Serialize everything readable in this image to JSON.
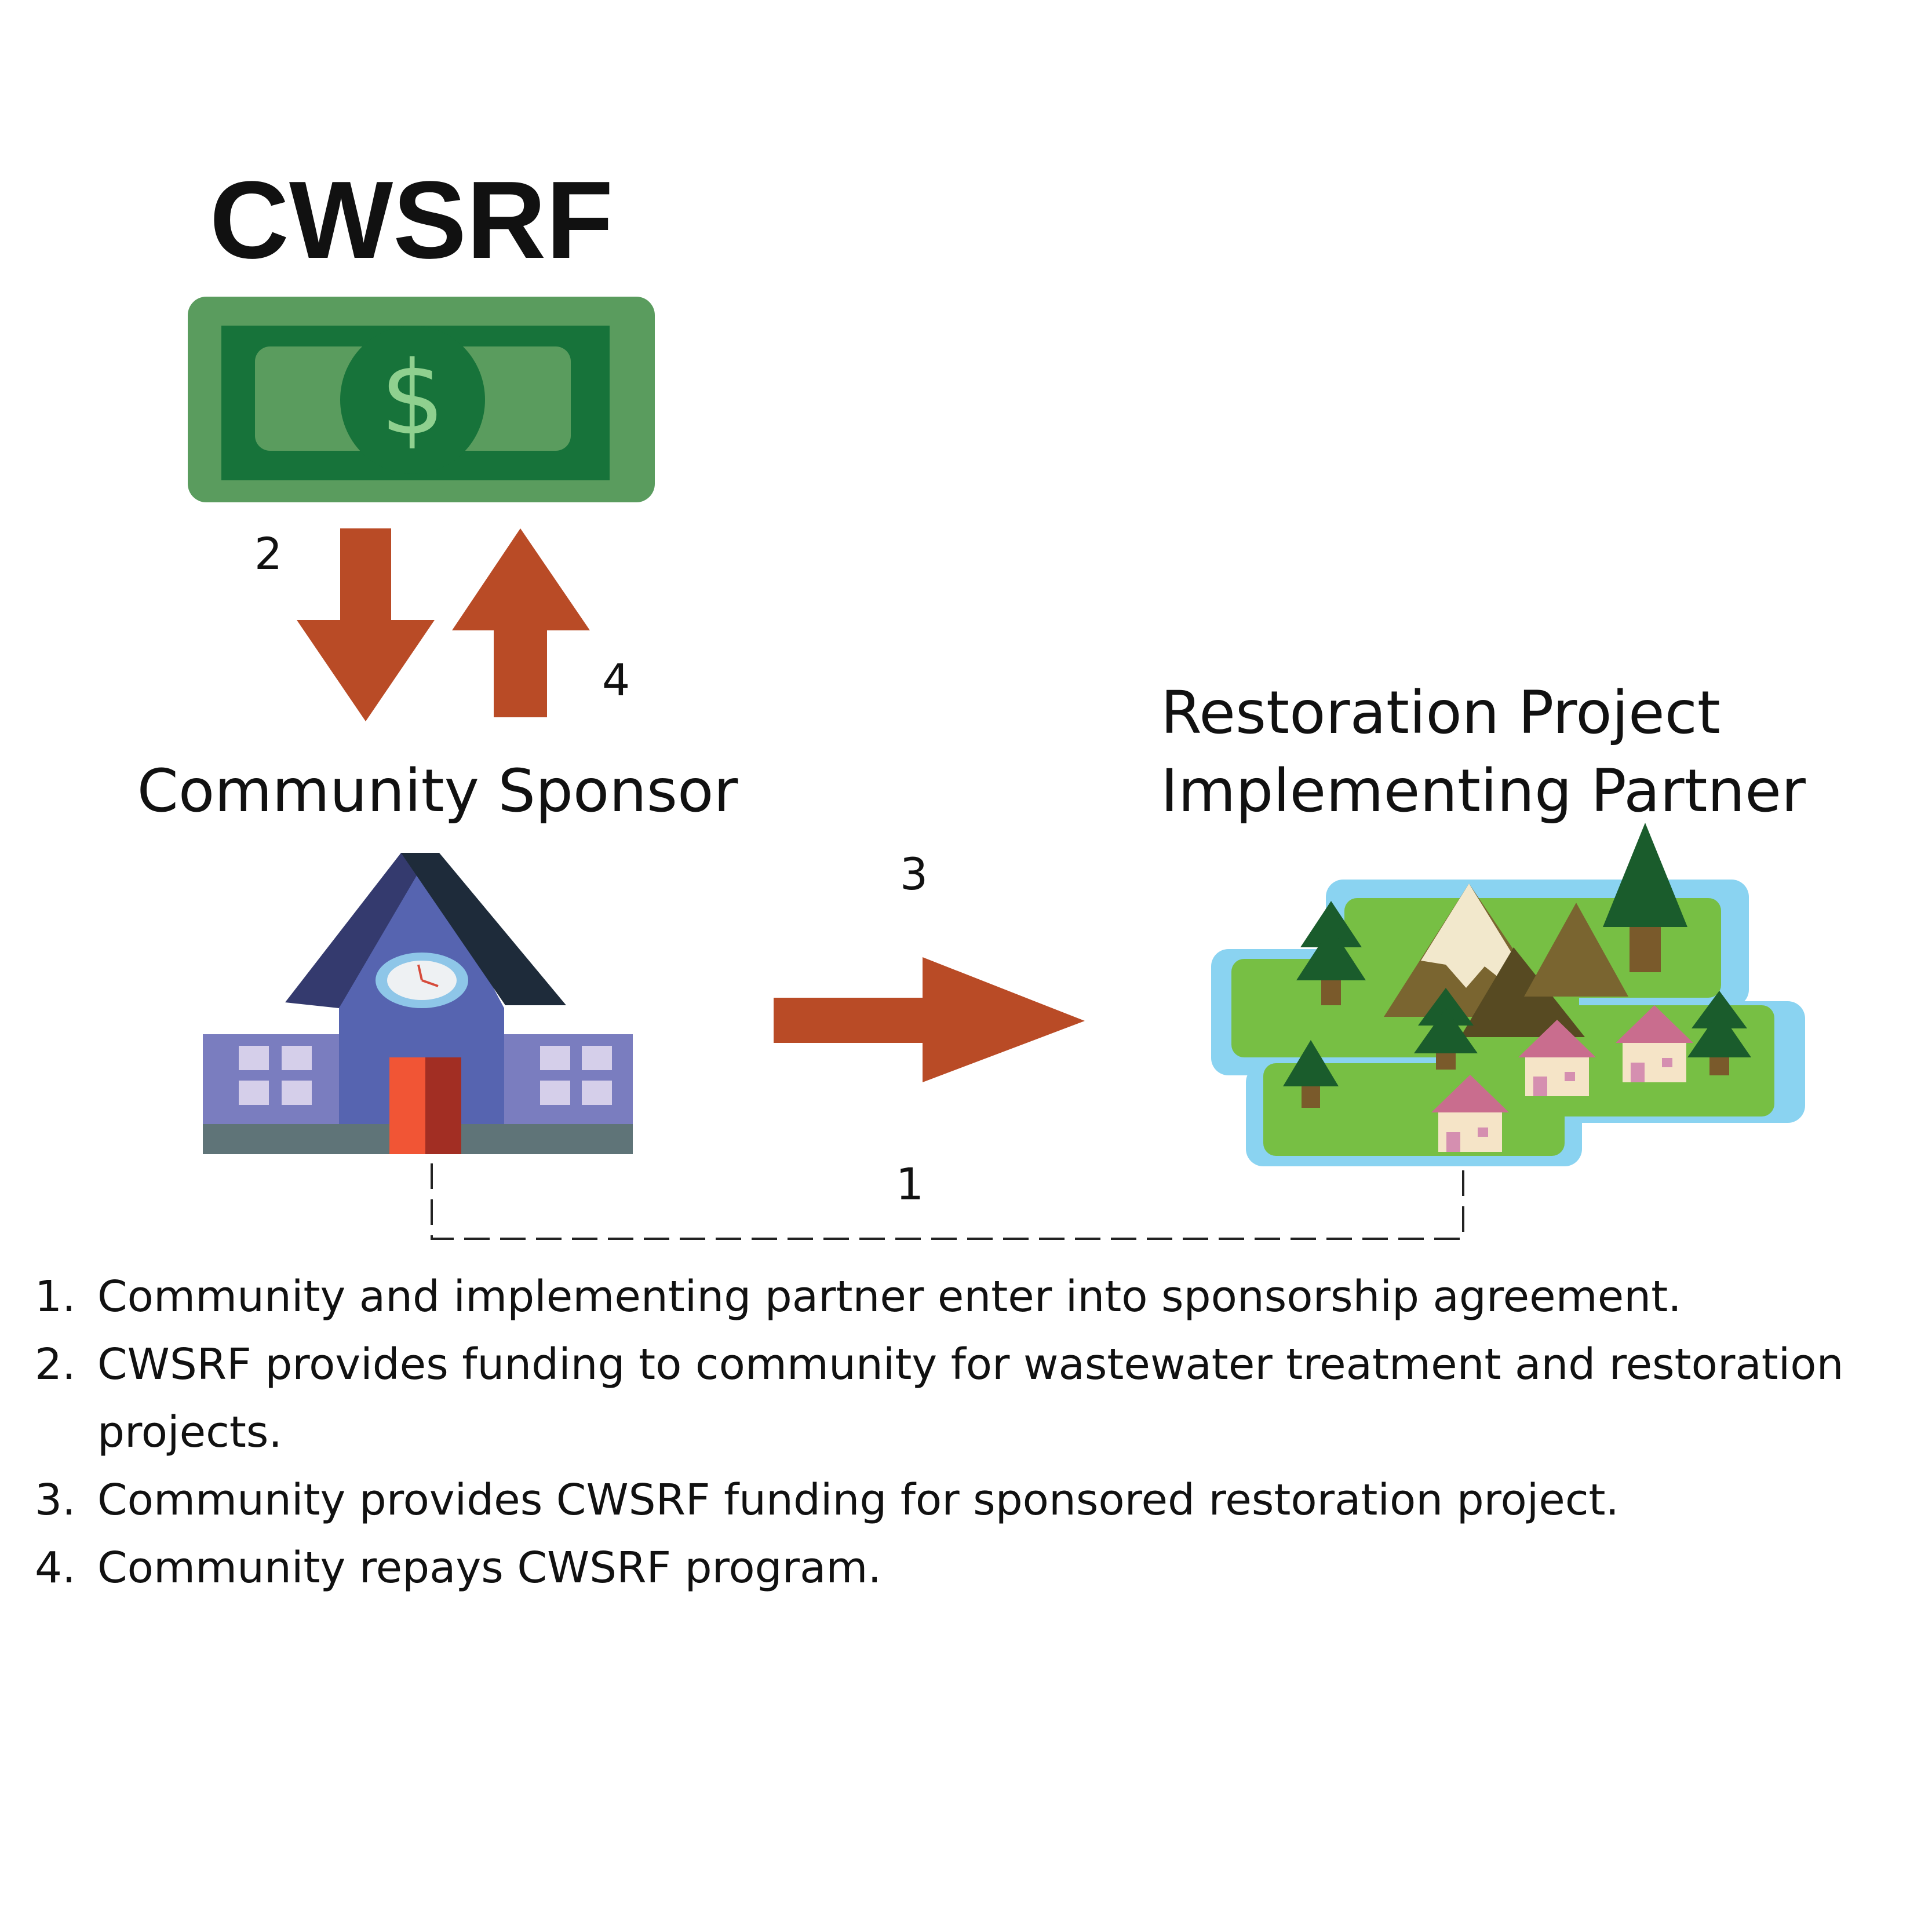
{
  "colors": {
    "arrow": "#B94B26",
    "money_outer": "#5A9C5E",
    "money_inner": "#17733A",
    "building_main": "#5664B0",
    "building_wings": "#7A7DBF",
    "roof_left": "#343A6E",
    "roof_right": "#1E2B3A",
    "door": "#F15535",
    "door_shade": "#A22E23",
    "base": "#5F7478",
    "land": "#77BF44",
    "water": "#8AD3F1",
    "tree": "#1A5C2C",
    "trunk": "#7A5A2B",
    "mountain_light": "#7A6530",
    "mountain_dark": "#574A22",
    "snow": "#F2E8CC",
    "house_roof": "#C96D8E",
    "house_wall": "#F5E4C7"
  },
  "nodes": {
    "funder": {
      "label": "CWSRF",
      "icon": "dollar-bill-icon",
      "symbol": "$"
    },
    "sponsor": {
      "label": "Community Sponsor",
      "icon": "town-hall-icon"
    },
    "partner": {
      "label_line1": "Restoration Project",
      "label_line2": "Implementing Partner",
      "icon": "landscape-island-icon"
    }
  },
  "edges": {
    "agreement": {
      "number": "1",
      "style": "dashed"
    },
    "funding_to_community": {
      "number": "2",
      "icon": "arrow-down-icon"
    },
    "funding_to_project": {
      "number": "3",
      "icon": "arrow-right-icon"
    },
    "repayment": {
      "number": "4",
      "icon": "arrow-up-icon"
    }
  },
  "steps": [
    {
      "number": "1.",
      "text": "Community and implementing partner enter into sponsorship agreement."
    },
    {
      "number": "2.",
      "text": "CWSRF provides funding to community for wastewater treatment and restoration projects."
    },
    {
      "number": "3.",
      "text": "Community provides CWSRF funding for sponsored restoration project."
    },
    {
      "number": "4.",
      "text": "Community repays CWSRF program."
    }
  ]
}
